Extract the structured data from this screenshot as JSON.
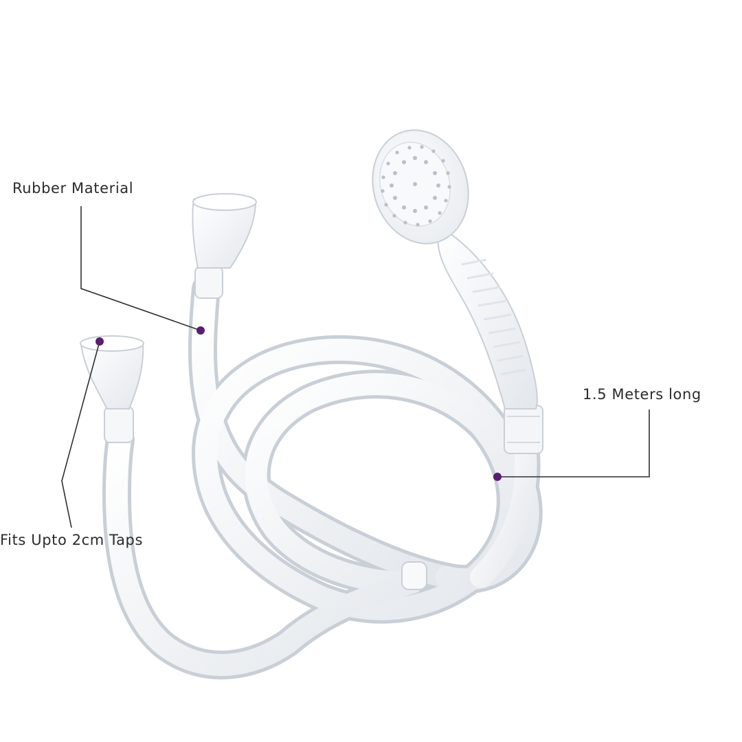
{
  "callouts": {
    "rubber_material": "Rubber Material",
    "fits_taps": "Fits Upto 2cm Taps",
    "length": "1.5 Meters long"
  },
  "colors": {
    "background": "#ffffff",
    "hose": "#f4f6f8",
    "hose_shade": "#c9cfd6",
    "marker": "#5a1e6e",
    "leader_line": "#2f2f2f",
    "label_text": "#2b2b2b"
  },
  "product": {
    "name_icon": "shower-hose-icon"
  }
}
